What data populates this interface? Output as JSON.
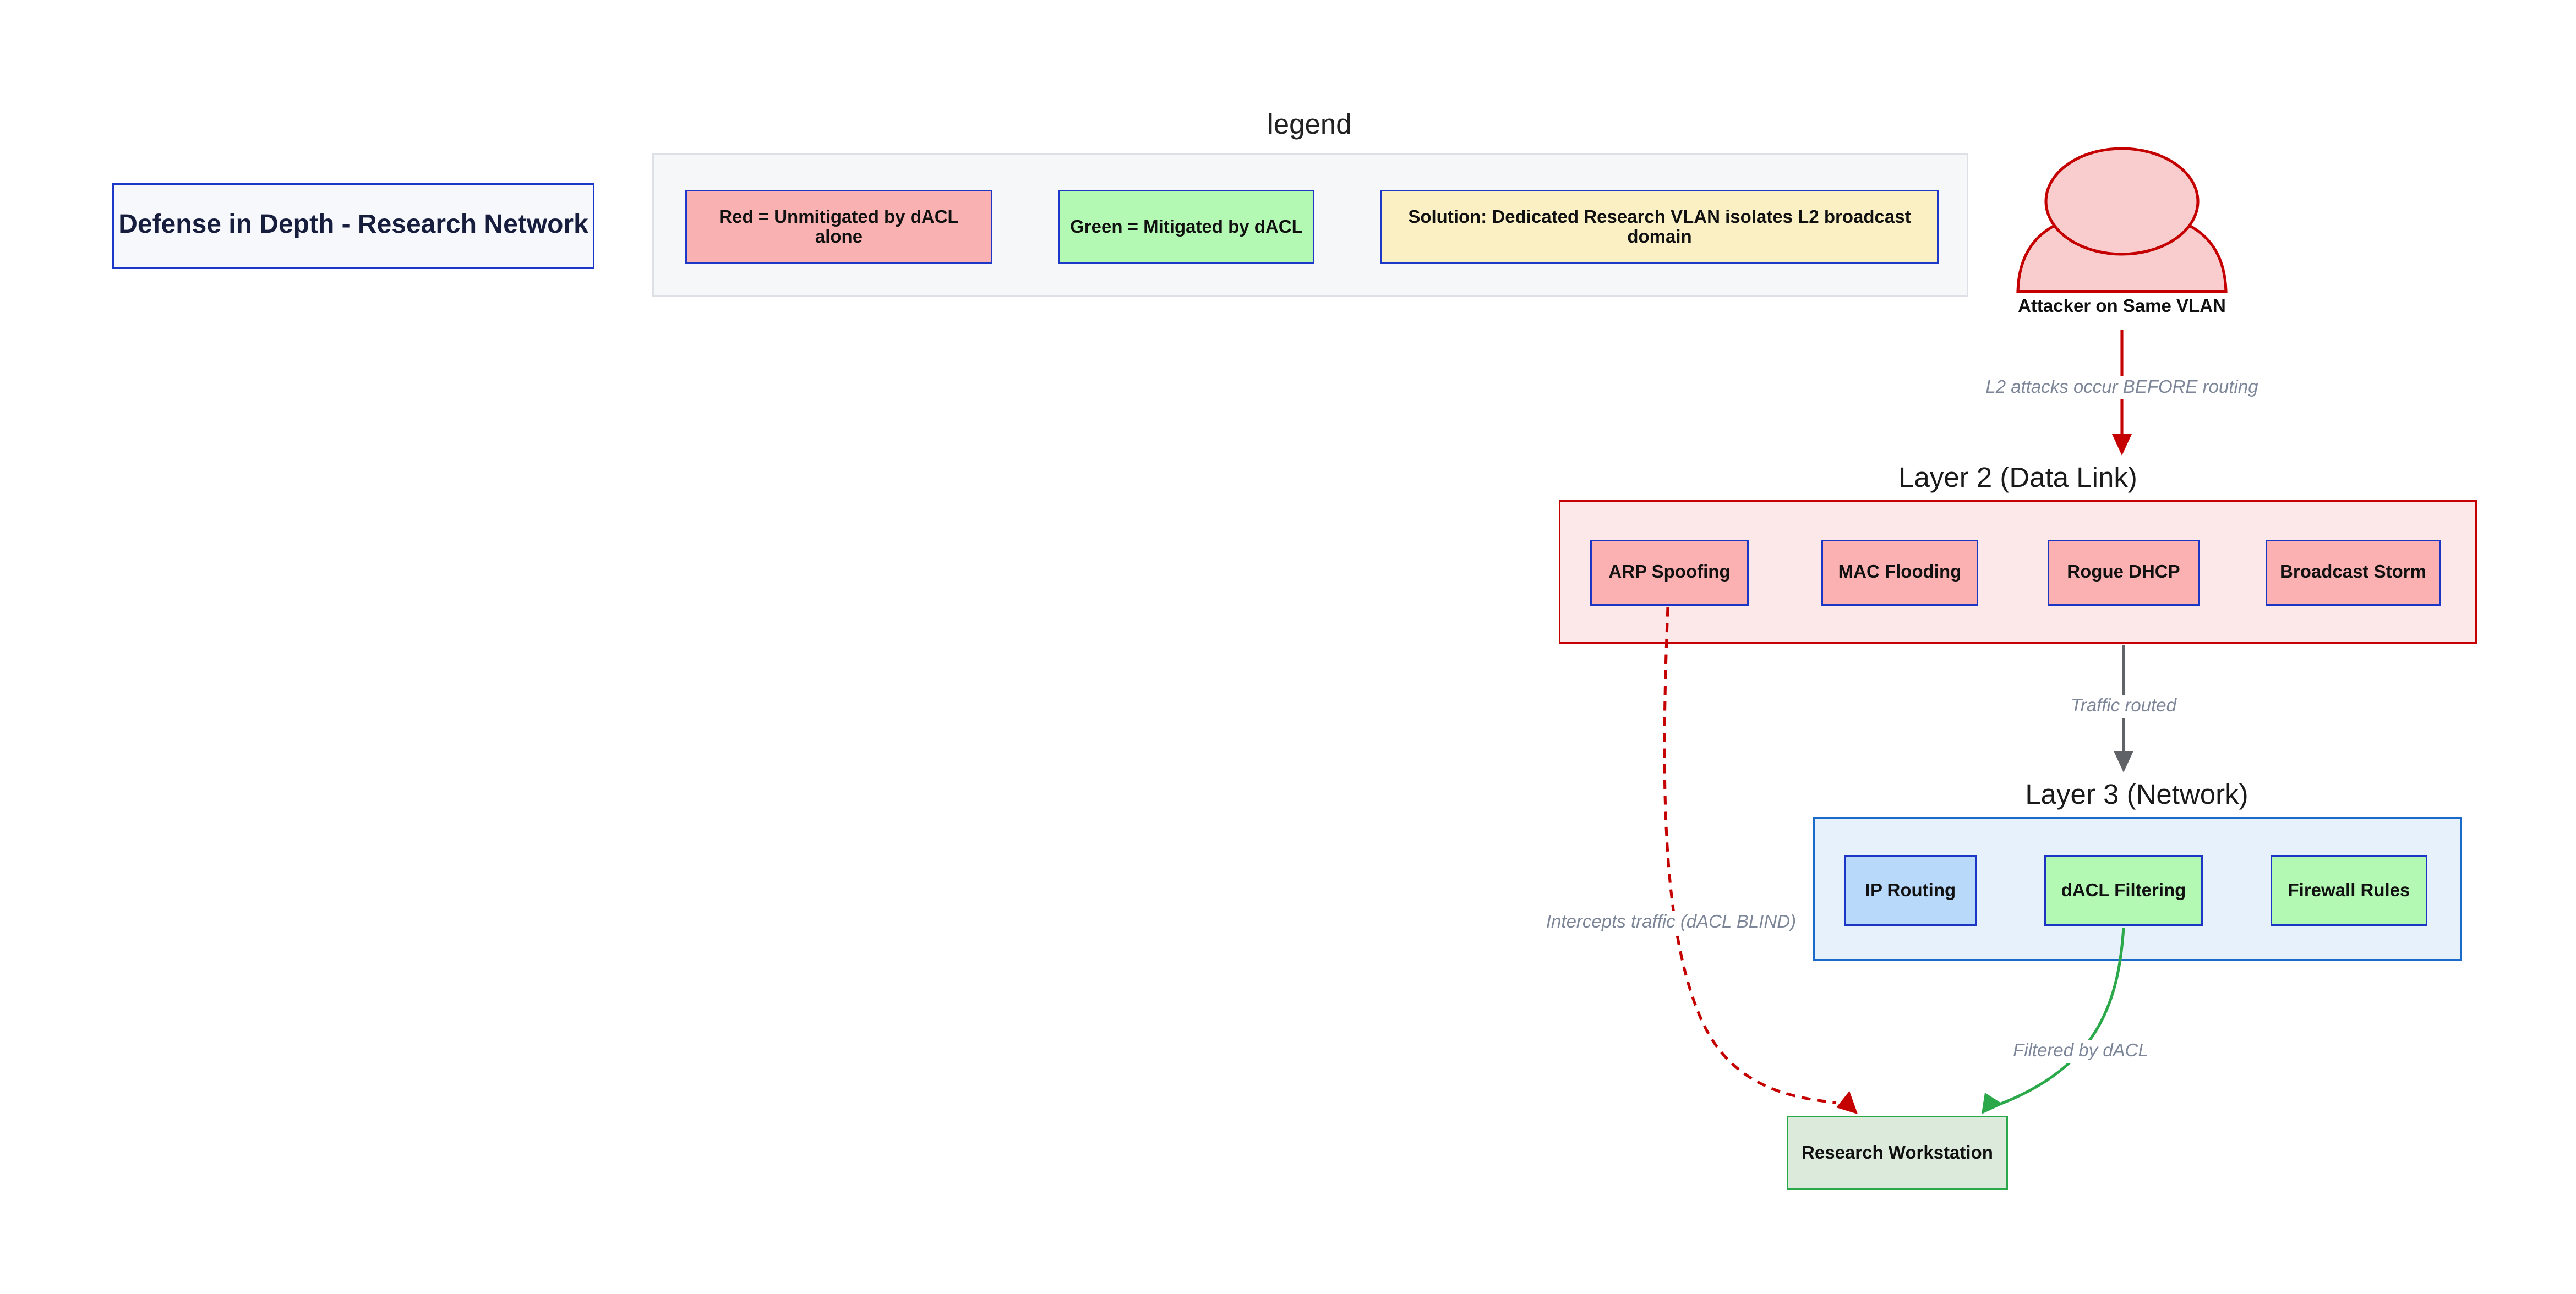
{
  "title": "Defense in Depth - Research Network",
  "legend": {
    "heading": "legend",
    "items": [
      {
        "label": "Red = Unmitigated by dACL alone",
        "fill": "#f9b1b1"
      },
      {
        "label": "Green = Mitigated by dACL",
        "fill": "#b3f8b3"
      },
      {
        "label": "Solution: Dedicated Research VLAN isolates L2 broadcast domain",
        "fill": "#fbf0c4"
      }
    ]
  },
  "attacker": {
    "label": "Attacker on Same VLAN"
  },
  "layer2": {
    "title": "Layer 2 (Data Link)",
    "nodes": [
      {
        "label": "ARP Spoofing"
      },
      {
        "label": "MAC Flooding"
      },
      {
        "label": "Rogue DHCP"
      },
      {
        "label": "Broadcast Storm"
      }
    ]
  },
  "layer3": {
    "title": "Layer 3 (Network)",
    "nodes": [
      {
        "label": "IP Routing"
      },
      {
        "label": "dACL Filtering"
      },
      {
        "label": "Firewall Rules"
      }
    ]
  },
  "workstation": {
    "label": "Research Workstation"
  },
  "edges": {
    "attacker_to_layer2": {
      "label": "L2 attacks occur BEFORE routing",
      "style": "solid",
      "color": "#c40000"
    },
    "layer2_to_layer3": {
      "label": "Traffic routed",
      "style": "solid",
      "color": "#5f6368"
    },
    "arp_to_workstation": {
      "label": "Intercepts traffic (dACL BLIND)",
      "style": "dashed",
      "color": "#c40000"
    },
    "dacl_to_workstation": {
      "label": "Filtered by dACL",
      "style": "solid",
      "color": "#2aa84a"
    }
  },
  "colors": {
    "node_border_blue": "#1b35c5",
    "layer2_border_red": "#c40000",
    "layer2_fill": "#fce8e8",
    "layer3_border_blue": "#1a6bc9",
    "layer3_fill": "#e7f1fc",
    "pink_node_fill": "#fbb1b1",
    "blue_node_fill": "#b9d9fb",
    "green_node_fill": "#b3f8b3",
    "workstation_fill": "#dbeadb",
    "workstation_border": "#2aa84a",
    "attacker_fill": "#f9cdcd",
    "attacker_border": "#c40000",
    "edge_label_gray": "#7c8698",
    "title_text": "#161d3d"
  }
}
